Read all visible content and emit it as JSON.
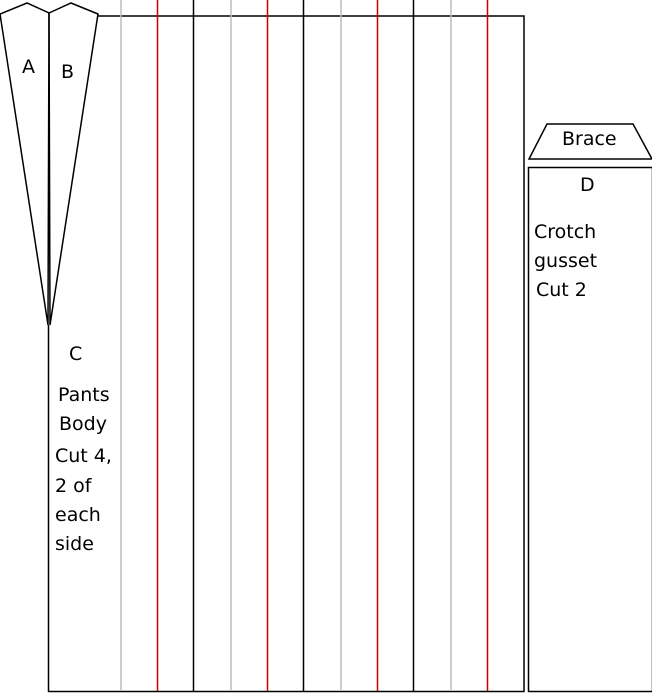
{
  "pattern": {
    "pieces": {
      "a": {
        "letter": "A"
      },
      "b": {
        "letter": "B"
      },
      "c": {
        "letter": "C",
        "notes": [
          "Pants",
          "Body",
          "Cut 4,",
          "2 of",
          "each",
          "side"
        ]
      },
      "brace": {
        "label": "Brace"
      },
      "d": {
        "letter": "D",
        "notes": [
          "Crotch",
          "gusset",
          "Cut 2"
        ]
      }
    }
  },
  "colors": {
    "outline": "#000000",
    "grey_guide": "#bdbdbd",
    "red_guide": "#cc0000",
    "background": "#ffffff"
  }
}
